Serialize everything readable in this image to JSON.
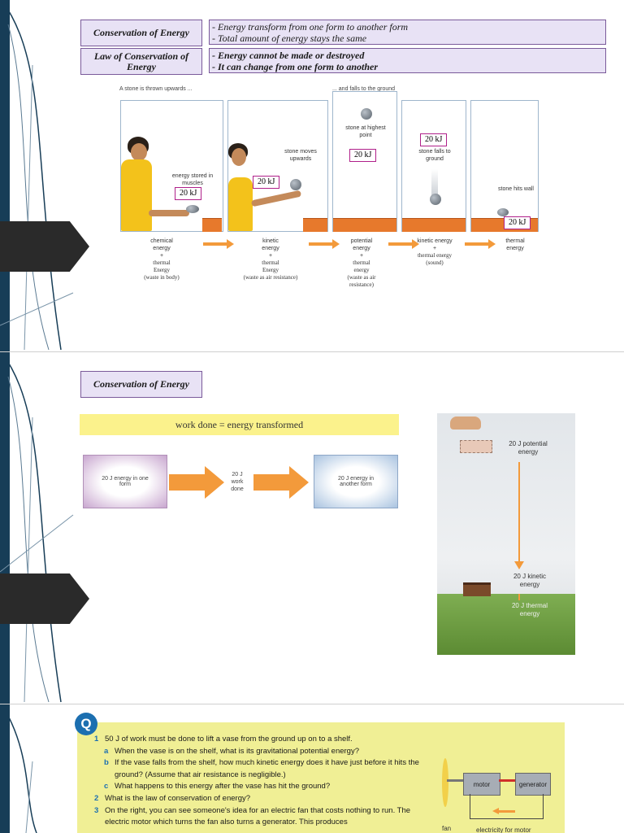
{
  "slide1": {
    "def_rows": [
      {
        "label": "Conservation of Energy",
        "line1": "- Energy transform from one form to another form",
        "line2": "- Total amount of energy stays the same"
      },
      {
        "label": "Law of Conservation of Energy",
        "line1": "- Energy cannot be made or destroyed",
        "line2": "- It can change from one form to another"
      }
    ],
    "header_left": "A stone is thrown upwards ...",
    "header_right": "... and falls to the ground",
    "panel_labels": {
      "energy_stored": "energy stored in muscles",
      "stone_moves": "stone moves upwards",
      "highest": "stone at highest point",
      "falls": "stone falls to ground",
      "hits": "stone hits wall"
    },
    "kj_value": "20 kJ",
    "stages": [
      {
        "energy": "chemical energy",
        "plus": "+",
        "thermal": "thermal Energy",
        "note": "(waste in body)"
      },
      {
        "energy": "kinetic energy",
        "plus": "+",
        "thermal": "thermal Energy",
        "note": "(waste as air resistance)"
      },
      {
        "energy": "potential energy",
        "plus": "+",
        "thermal": "thermal energy",
        "note": "(waste as air resistance)"
      },
      {
        "energy": "kinetic energy",
        "plus": "+",
        "thermal": "thermal energy",
        "note": "(sound)"
      },
      {
        "energy": "thermal energy",
        "plus": "",
        "thermal": "",
        "note": ""
      }
    ]
  },
  "slide2": {
    "title": "Conservation of Energy",
    "banner": "work done = energy transformed",
    "box_left": "20 J energy in one form",
    "middle": "20 J work done",
    "box_right": "20 J energy in another form",
    "potential": "20 J potential energy",
    "kinetic": "20 J kinetic energy",
    "thermal": "20 J thermal energy"
  },
  "slide3": {
    "q_badge": "Q",
    "questions": [
      {
        "num": "1",
        "text": "50 J of work must be done to lift a vase from the ground up on to a shelf."
      },
      {
        "num": "a",
        "text": "When the vase is on the shelf, what is its gravitational potential energy?"
      },
      {
        "num": "b",
        "text": "If the vase falls from the shelf, how much kinetic energy does it have just before it hits the ground? (Assume that air resistance is negligible.)"
      },
      {
        "num": "c",
        "text": "What happens to this energy after the vase has hit the ground?"
      },
      {
        "num": "2",
        "text": "What is the law of conservation of energy?"
      },
      {
        "num": "3",
        "text": "On the right, you can see someone's idea for an electric fan that costs nothing to run. The electric motor which turns the fan also turns a generator. This produces"
      }
    ],
    "motor": "motor",
    "generator": "generator",
    "fan": "fan",
    "bottom_label": "electricity for motor"
  }
}
